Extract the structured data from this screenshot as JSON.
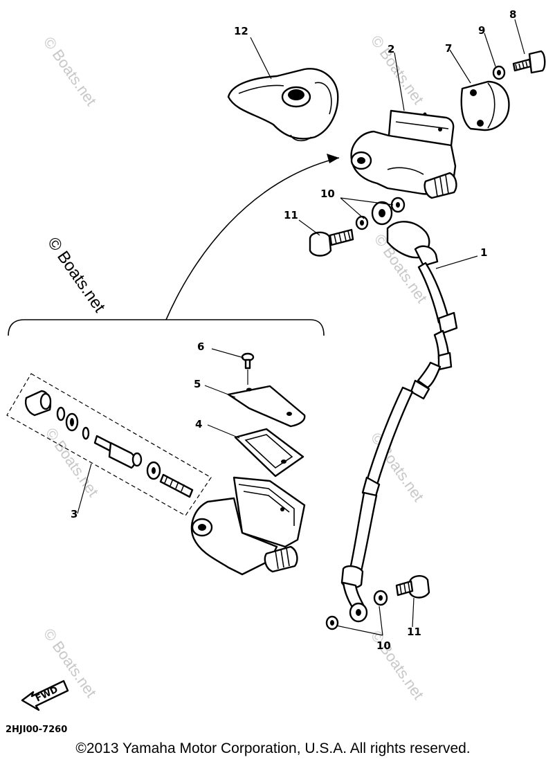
{
  "callouts": {
    "c1": "1",
    "c2": "2",
    "c3": "3",
    "c4": "4",
    "c5": "5",
    "c6": "6",
    "c7": "7",
    "c8": "8",
    "c9": "9",
    "c10a": "10",
    "c10b": "10",
    "c11a": "11",
    "c11b": "11",
    "c12": "12"
  },
  "watermark": "© Boats.net",
  "fwd_label": "FWD",
  "diagram_code": "2HJI00-7260",
  "copyright": "©2013 Yamaha Motor Corporation, U.S.A. All rights reserved."
}
